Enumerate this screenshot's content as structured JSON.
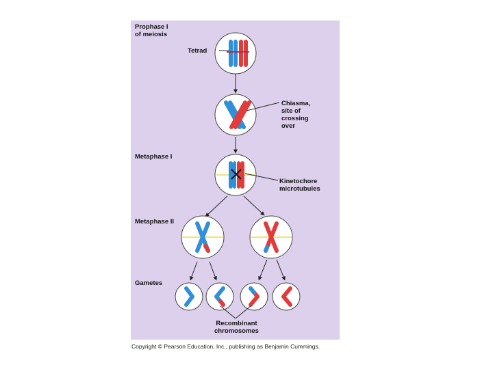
{
  "stages": {
    "prophase": "Prophase I\nof meiosis",
    "metaphase1": "Metaphase I",
    "metaphase2": "Metaphase II",
    "gametes": "Gametes"
  },
  "annotations": {
    "tetrad": "Tetrad",
    "chiasma": "Chiasma,\nsite of\ncrossing\nover",
    "kinetochore": "Kinetochore\nmicrotubules",
    "recombinant": "Recombinant\nchromosomes"
  },
  "copyright": "Copyright © Pearson Education, Inc., publishing as Benjamin Cummings.",
  "colors": {
    "background_panel": "#ddd0ec",
    "maternal_chromosome": "#e23b3b",
    "paternal_chromosome": "#2f8fd8",
    "spindle": "#f2e27a"
  }
}
